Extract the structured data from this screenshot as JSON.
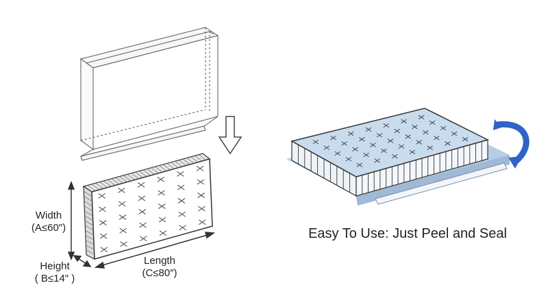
{
  "diagram": {
    "width_label": "Width",
    "width_value": "(A≤60″)",
    "height_label": "Height",
    "height_value": "( B≤14″ )",
    "length_label": "Length",
    "length_value": "(C≤80″)",
    "caption": "Easy To Use: Just Peel and Seal"
  },
  "colors": {
    "line": "#333333",
    "bag_blue": "#c9dcee",
    "bag_shadow": "#9fb9d6",
    "arrow_blue": "#2f63c6"
  }
}
